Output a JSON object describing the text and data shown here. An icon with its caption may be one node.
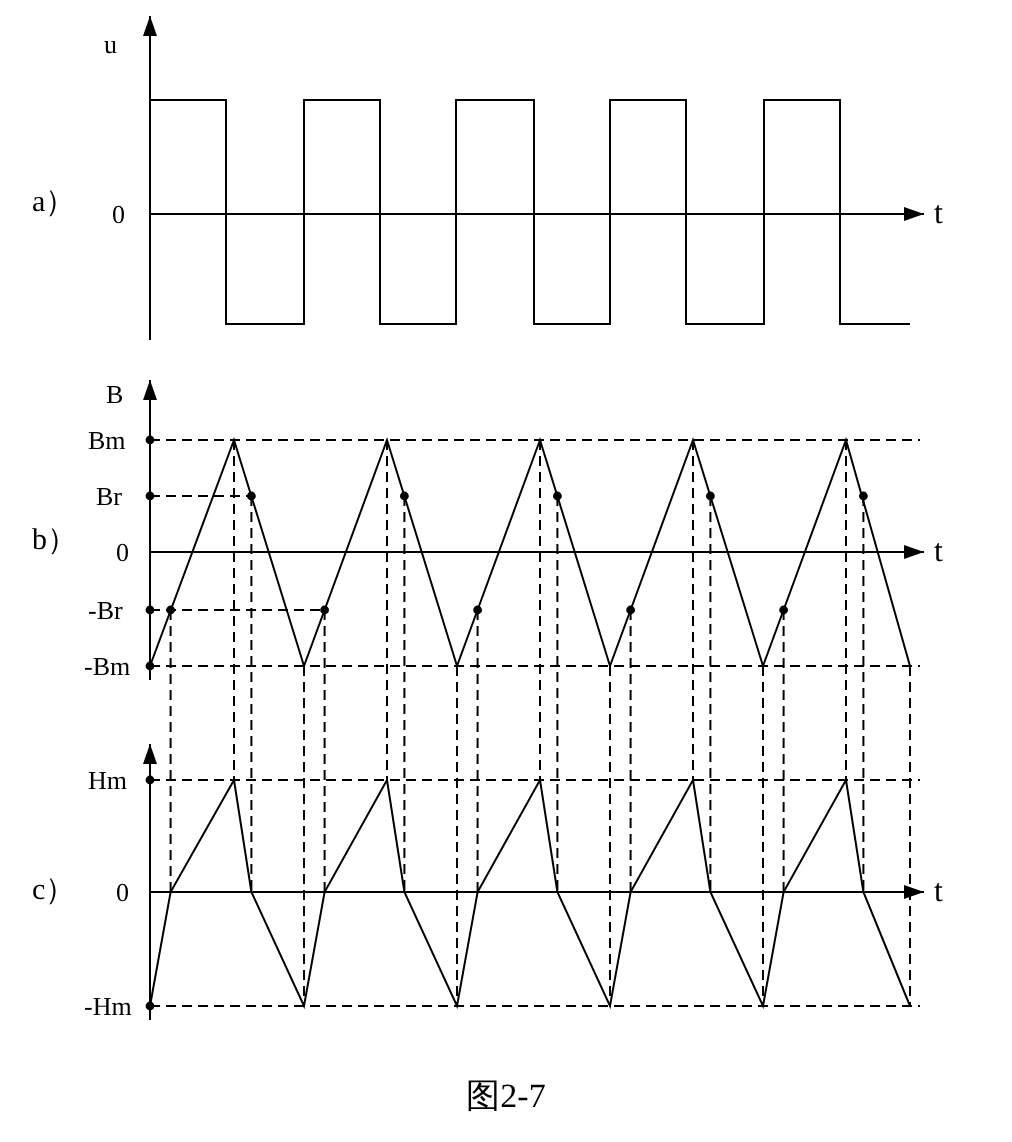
{
  "diagram": {
    "caption": "图2-7",
    "labels": [
      "u",
      "a）",
      "0",
      "t",
      "B",
      "Bm",
      "Br",
      "b）",
      "0",
      "t",
      "-Br",
      "-Bm",
      "Hm",
      "c）",
      "0",
      "t",
      "-Hm"
    ]
  }
}
